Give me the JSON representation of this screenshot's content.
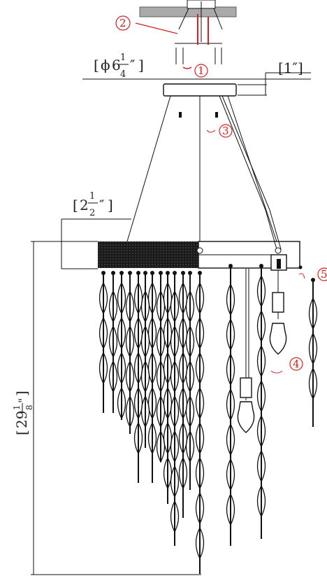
{
  "dimensions": {
    "canopy_diameter": {
      "prefix": "[",
      "symbol": "ϕ",
      "whole": "6",
      "num": "1",
      "den": "4",
      "unit": "″",
      "suffix": "]"
    },
    "canopy_height": {
      "text": "[1″]"
    },
    "ring_height": {
      "prefix": "[",
      "whole": "2",
      "num": "1",
      "den": "2",
      "unit": "″",
      "suffix": "]"
    },
    "overall_height": {
      "prefix": "[",
      "whole": "29",
      "num": "1",
      "den": "8",
      "unit": "\"",
      "suffix": "]"
    }
  },
  "callouts": [
    {
      "number": "1"
    },
    {
      "number": "2"
    },
    {
      "number": "3"
    },
    {
      "number": "4"
    },
    {
      "number": "5"
    }
  ],
  "colors": {
    "line": "#111111",
    "callout": "#d42020",
    "background": "#ffffff"
  }
}
